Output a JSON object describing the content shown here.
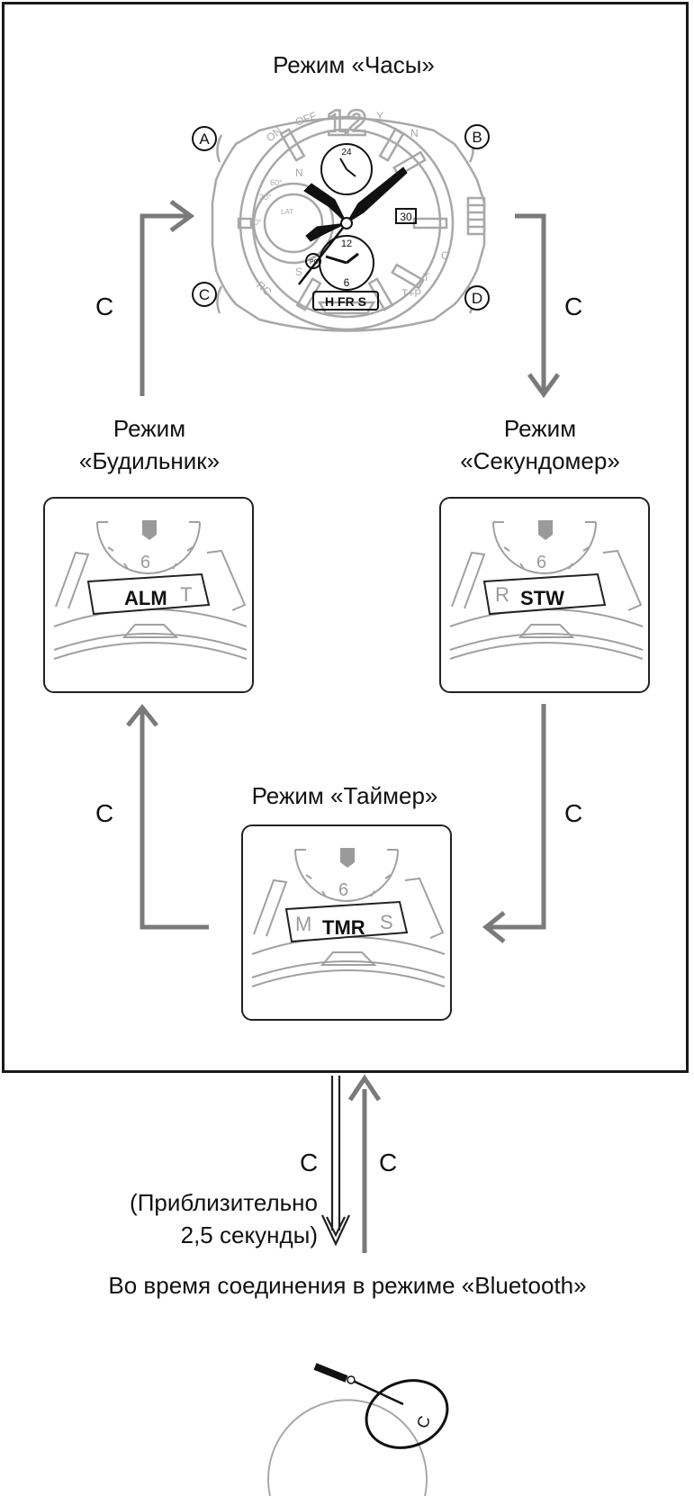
{
  "modes": {
    "clock": "Режим «Часы»",
    "alarm_line1": "Режим",
    "alarm_line2": "«Будильник»",
    "stopwatch_line1": "Режим",
    "stopwatch_line2": "«Секундомер»",
    "timer": "Режим «Таймер»"
  },
  "buttons": {
    "a": "A",
    "b": "B",
    "c": "C",
    "d": "D"
  },
  "transitions": {
    "c_label": "C",
    "hold_line1": "(Приблизительно",
    "hold_line2": "2,5 секунды)"
  },
  "bluetooth_caption": "Во время соединения в режиме «Bluetooth»",
  "watch_face": {
    "date": "30",
    "hour_12": "12",
    "sub24": "24",
    "sub12": "12",
    "sub6": "6",
    "mode_window": "H FR S",
    "bezel_on": "ON",
    "bezel_off": "OFF",
    "bezel_y": "Y",
    "bezel_n": "N",
    "bezel_c": "C",
    "bezel_rc": "RC",
    "bezel_tp": "T+P",
    "bezel_t": "T",
    "compass_n": "N",
    "compass_s": "S",
    "lat": "LAT",
    "deg60": "60°",
    "deg30": "30°",
    "deg0": "0°",
    "sub_pc": "PC"
  },
  "panels": {
    "alarm": {
      "main": "ALM",
      "side": "T",
      "six": "6"
    },
    "stopwatch": {
      "main": "STW",
      "side": "R",
      "six": "6"
    },
    "timer": {
      "main": "TMR",
      "left": "M",
      "right": "S",
      "six": "6"
    }
  },
  "colors": {
    "arrow": "#7a7a7a",
    "frame": "#1a1a1a",
    "watch_outline": "#a8a8a8"
  }
}
